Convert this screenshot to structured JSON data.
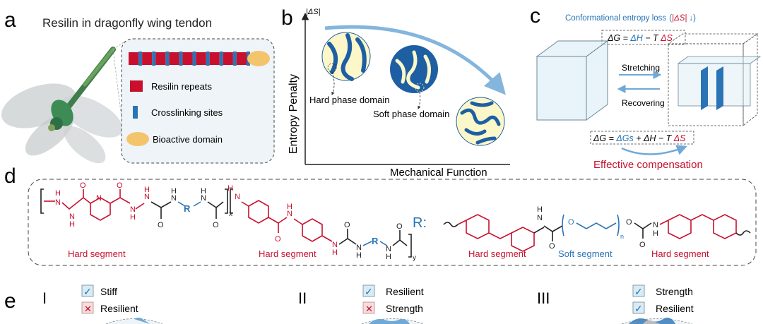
{
  "colors": {
    "red": "#c8102e",
    "blue": "#2a74b5",
    "light_blue": "#6ea9d8",
    "pale_blue": "#d9ecf5",
    "tan": "#f3c46b",
    "cream": "#fbf7c9",
    "dark_blue": "#1e5fa3"
  },
  "panel_a": {
    "letter": "a",
    "title": "Resilin in dragonfly wing tendon",
    "legend": [
      {
        "label": "Resilin repeats",
        "icon": "red-rectangle-icon"
      },
      {
        "label": "Crosslinking sites",
        "icon": "blue-bar-icon"
      },
      {
        "label": "Bioactive domain",
        "icon": "tan-ellipse-icon"
      }
    ],
    "chain_blocks": 9
  },
  "panel_b": {
    "letter": "b",
    "y_axis_label": "Entropy Penalty",
    "y_axis_symbol": "|ΔS|",
    "x_axis_label": "Mechanical Function",
    "annotations": [
      "Hard phase domain",
      "Soft phase domain"
    ]
  },
  "panel_c": {
    "letter": "c",
    "header_text": "Conformational entropy loss",
    "header_symbol": "|ΔS|",
    "header_arrow": "↓",
    "eq_top": {
      "prefix": "ΔG = ",
      "dh": "ΔH",
      "mid": " − T ",
      "ds": "ΔS"
    },
    "eq_bottom": {
      "prefix": "ΔG = ",
      "dgs": "ΔGs",
      "mid": " + ΔH − T ",
      "ds": "ΔS"
    },
    "stretch_label": "Stretching",
    "recover_label": "Recovering",
    "compensation_label": "Effective compensation"
  },
  "panel_d": {
    "letter": "d",
    "r_atom": "R",
    "r_legend": "R:",
    "x_sub": "x",
    "y_sub": "y",
    "n_sub": "n",
    "atoms": {
      "H": "H",
      "N": "N",
      "O": "O"
    },
    "labels": [
      "Hard segment",
      "Hard segment",
      "Hard segment",
      "Soft segment",
      "Hard segment"
    ]
  },
  "panel_e": {
    "letter": "e",
    "groups": [
      {
        "numeral": "I",
        "items": [
          {
            "mark": "✓",
            "text": "Stiff"
          },
          {
            "mark": "✕",
            "text": "Resilient"
          }
        ]
      },
      {
        "numeral": "II",
        "items": [
          {
            "mark": "✓",
            "text": "Resilient"
          },
          {
            "mark": "✕",
            "text": "Strength"
          }
        ]
      },
      {
        "numeral": "III",
        "items": [
          {
            "mark": "✓",
            "text": "Strength"
          },
          {
            "mark": "✓",
            "text": "Resilient"
          }
        ]
      }
    ]
  }
}
